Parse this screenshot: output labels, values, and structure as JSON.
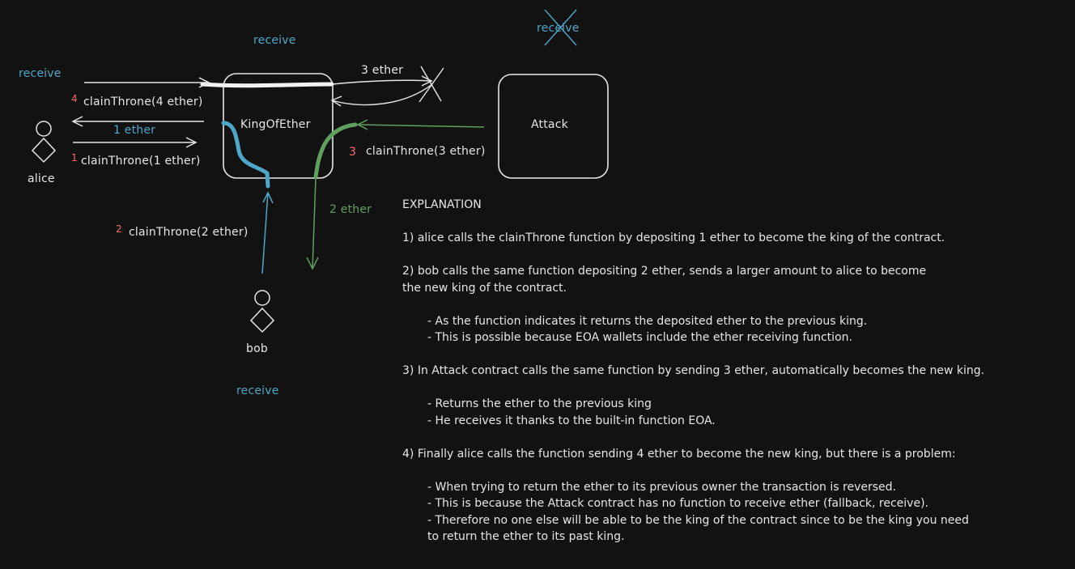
{
  "labels": {
    "receive_top": "receive",
    "receive_left": "receive",
    "receive_attack": "receive",
    "receive_bob": "receive",
    "alice": "alice",
    "bob": "bob",
    "king_box": "KingOfEther",
    "attack_box": "Attack",
    "three_ether": "3 ether",
    "one_ether": "1 ether",
    "two_ether": "2 ether",
    "claim4": "clainThrone(4 ether)",
    "claim1": "clainThrone(1 ether)",
    "claim3": "clainThrone(3 ether)",
    "claim2": "clainThrone(2 ether)",
    "num4": "4",
    "num1": "1",
    "num3": "3",
    "num2": "2"
  },
  "explanation": {
    "title": "EXPLANATION",
    "p1": "1) alice calls the clainThrone function by depositing 1 ether to become the king of the contract.",
    "p2a": "2) bob calls the same function depositing 2 ether, sends a larger amount to alice to become",
    "p2b": "the new king of the contract.",
    "p2_b1": "- As the function indicates it returns the deposited ether to the previous king.",
    "p2_b2": "- This is possible because EOA wallets include the ether receiving function.",
    "p3": "3) In Attack contract calls the same function by sending 3 ether, automatically becomes the new king.",
    "p3_b1": "- Returns the ether to the previous king",
    "p3_b2": "- He receives it thanks to the built-in function EOA.",
    "p4": "4) Finally alice calls the function sending 4 ether to become the new king, but there is a problem:",
    "p4_b1": "- When trying to return the ether to its previous owner the transaction is reversed.",
    "p4_b2": "- This is because the Attack contract has no function to receive ether (fallback, receive).",
    "p4_b3a": "- Therefore no one else will be able to be the king of the contract since to be the king you need",
    "p4_b3b": "to return the ether to its past king."
  },
  "colors": {
    "background": "#121212",
    "white": "#e6e6e6",
    "blue": "#4ea7c9",
    "green": "#5fa05f",
    "red": "#ff6b6b"
  }
}
